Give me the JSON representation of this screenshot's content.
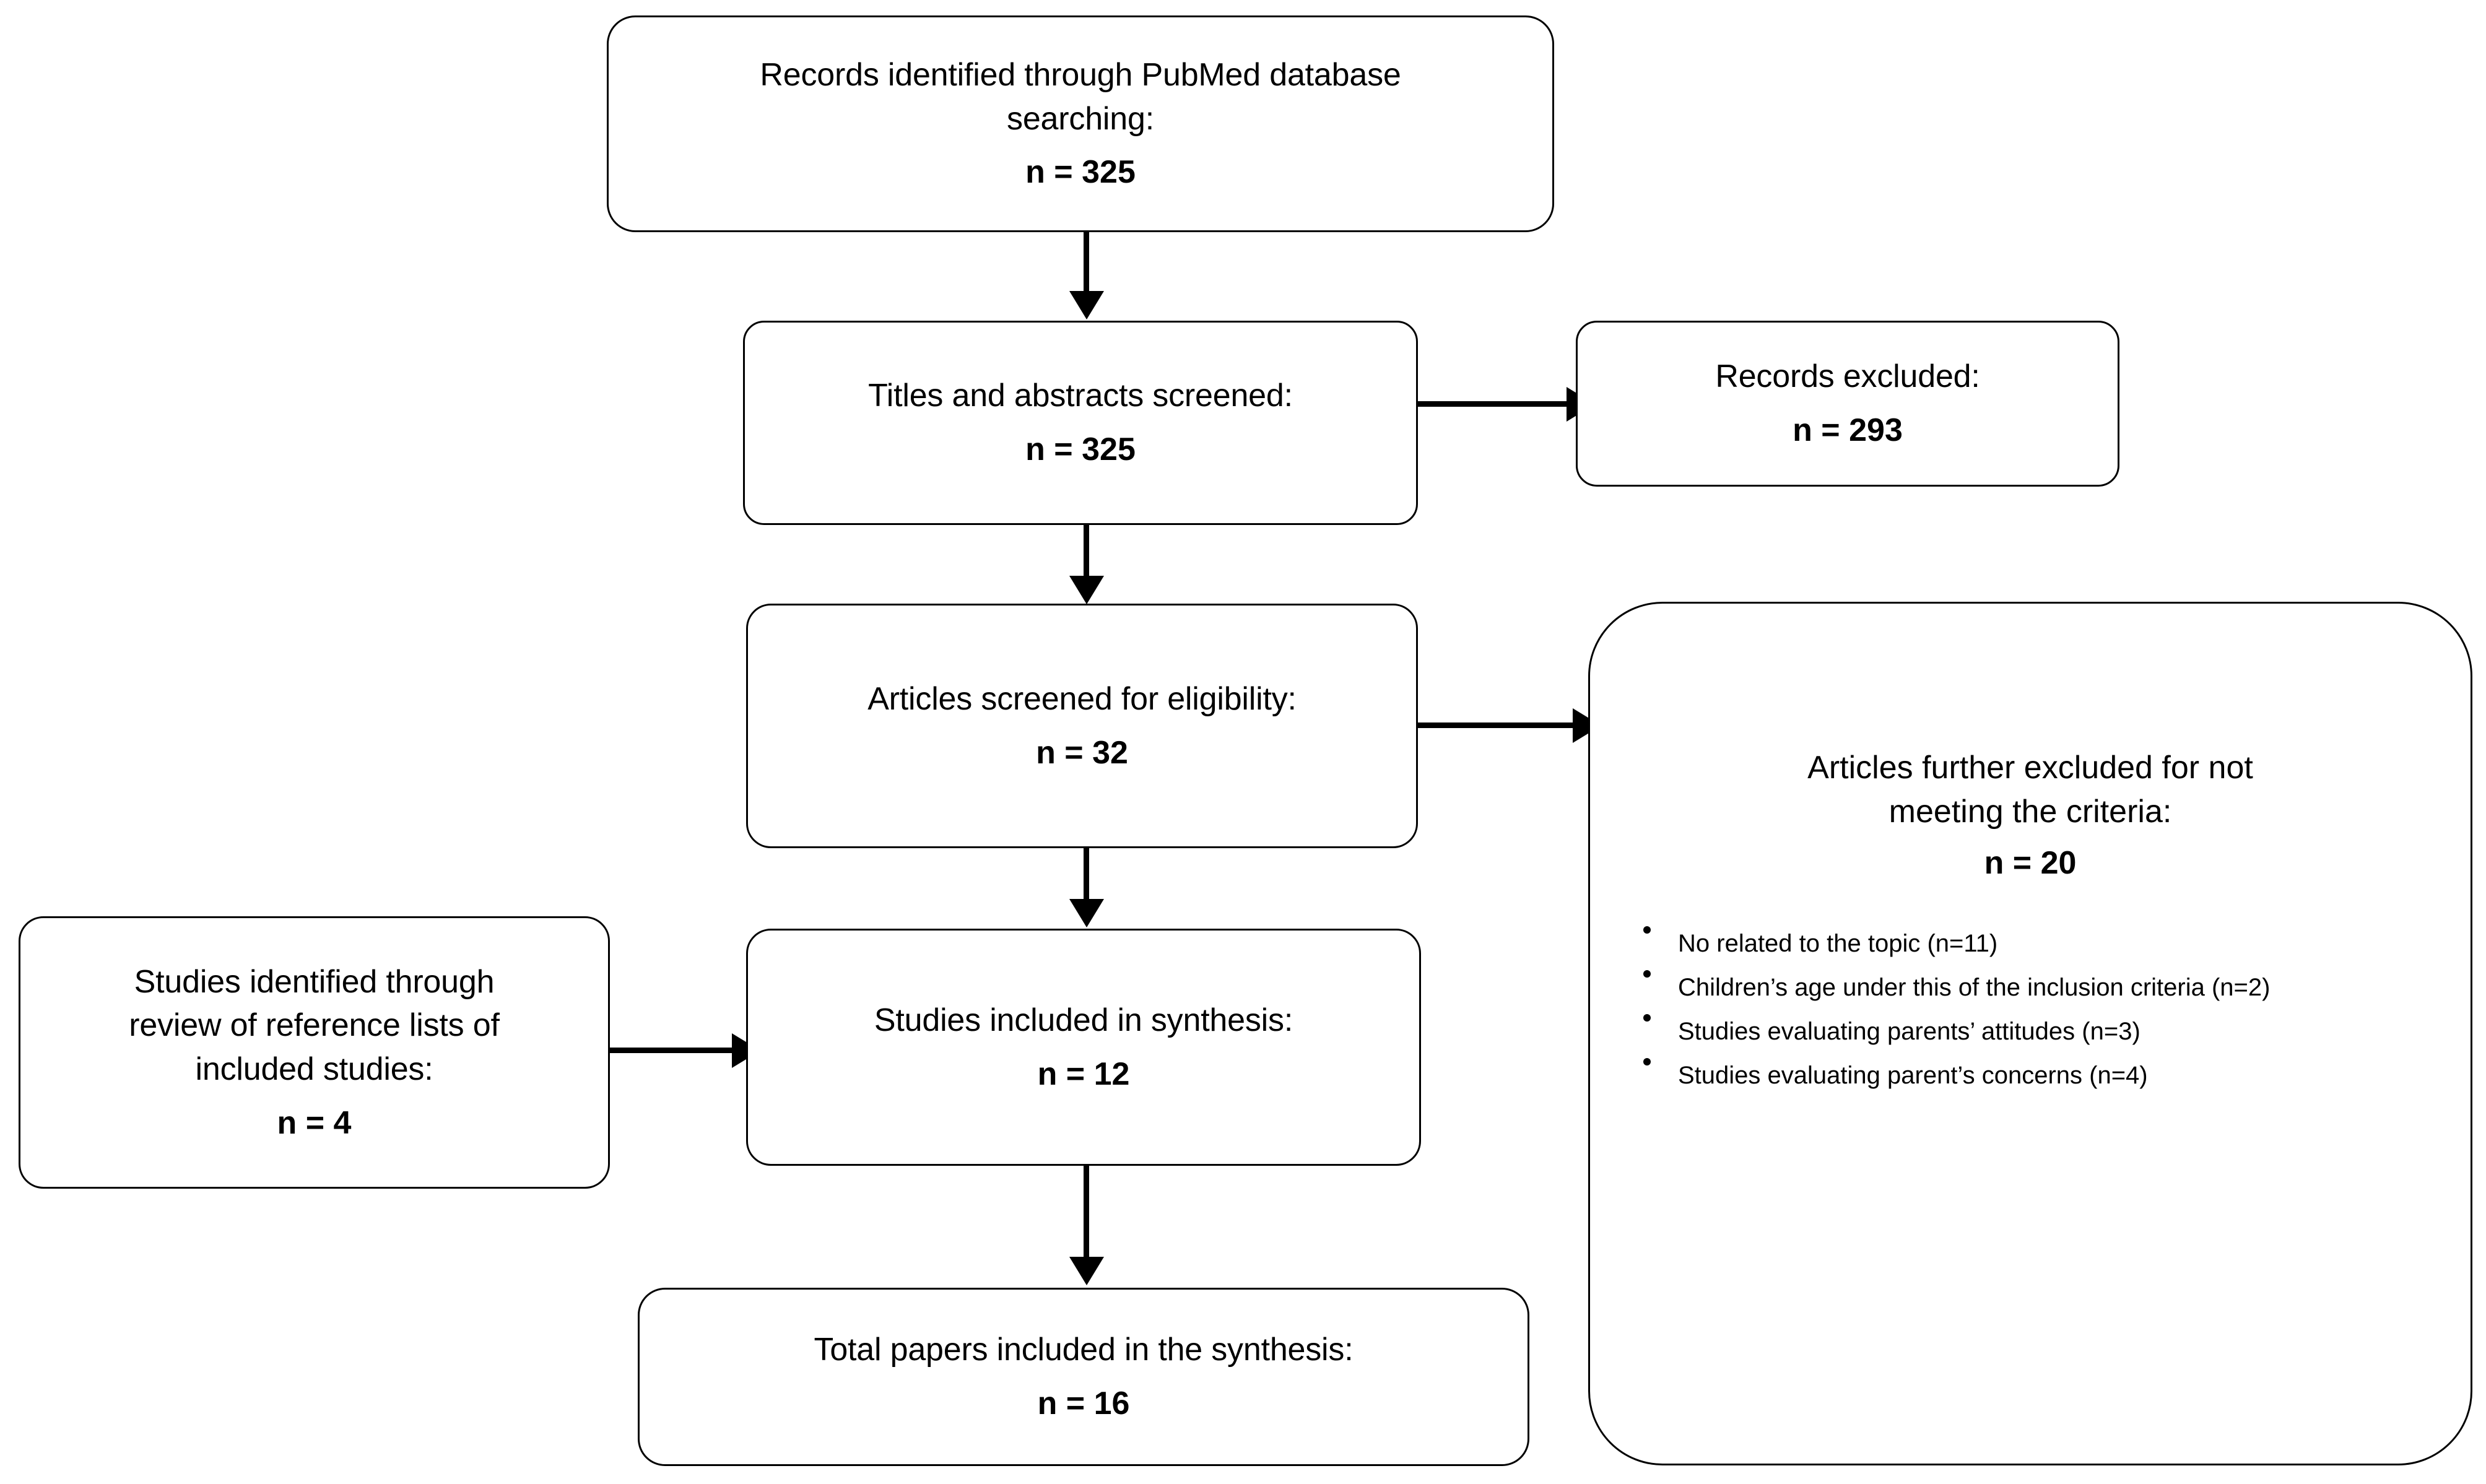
{
  "diagram": {
    "title": "PRISMA study selection flow diagram",
    "line_color": "#000000",
    "box_fill": "#ffffff"
  },
  "boxes": {
    "identified": {
      "title": "Records identified through PubMed database\nsearching:",
      "count": "n = 325"
    },
    "screened": {
      "title": "Titles and abstracts screened:",
      "count": "n = 325"
    },
    "records_excluded": {
      "title": "Records excluded:",
      "count": "n = 293"
    },
    "eligibility": {
      "title": "Articles screened for eligibility:",
      "count": "n = 32"
    },
    "reference_lists": {
      "title": "Studies identified through\nreview of reference lists of\nincluded studies:",
      "count": "n = 4"
    },
    "synthesis": {
      "title": "Studies included in synthesis:",
      "count": "n = 12"
    },
    "total": {
      "title": "Total papers included in the synthesis:",
      "count": "n = 16"
    },
    "further_excluded": {
      "title": "Articles further excluded for not\nmeeting the criteria:",
      "count": "n = 20",
      "reasons": [
        "No related to the topic (n=11)",
        "Children’s age under this of the inclusion criteria (n=2)",
        "Studies evaluating parents’ attitudes (n=3)",
        "Studies evaluating parent’s concerns (n=4)"
      ]
    }
  },
  "connectors": [
    {
      "name": "identified-to-screened",
      "type": "arrow-down"
    },
    {
      "name": "screened-to-records-excluded",
      "type": "arrow-right"
    },
    {
      "name": "screened-to-eligibility",
      "type": "arrow-down"
    },
    {
      "name": "eligibility-to-further-excluded",
      "type": "arrow-right"
    },
    {
      "name": "eligibility-to-synthesis",
      "type": "arrow-down"
    },
    {
      "name": "reference-lists-to-synthesis",
      "type": "arrow-right"
    },
    {
      "name": "synthesis-to-total",
      "type": "arrow-down"
    }
  ]
}
